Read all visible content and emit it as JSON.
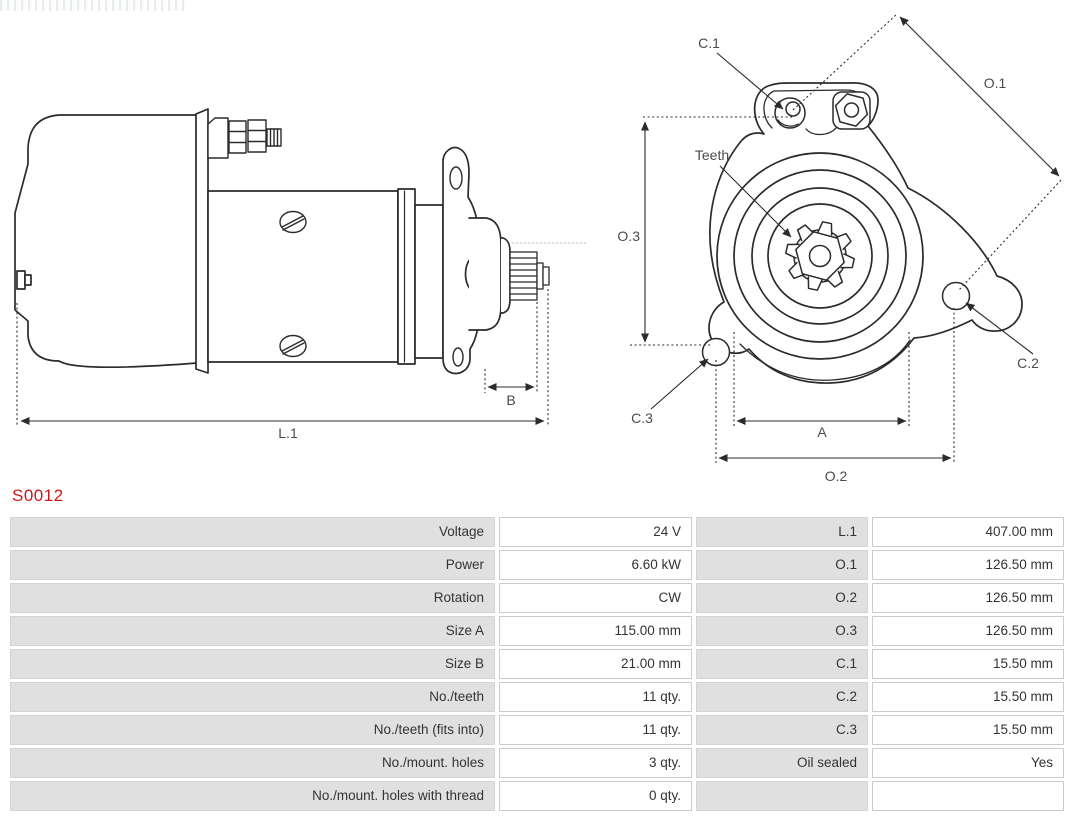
{
  "part_number": "S0012",
  "drawing": {
    "labels": {
      "l1": "L.1",
      "b": "B",
      "c1": "C.1",
      "o1": "O.1",
      "teeth": "Teeth",
      "o3": "O.3",
      "c2": "C.2",
      "c3": "C.3",
      "a": "A",
      "o2": "O.2"
    }
  },
  "specs": {
    "rows": [
      {
        "label": "Voltage",
        "value": "24 V",
        "label2": "L.1",
        "value2": "407.00 mm"
      },
      {
        "label": "Power",
        "value": "6.60 kW",
        "label2": "O.1",
        "value2": "126.50 mm"
      },
      {
        "label": "Rotation",
        "value": "CW",
        "label2": "O.2",
        "value2": "126.50 mm"
      },
      {
        "label": "Size A",
        "value": "115.00 mm",
        "label2": "O.3",
        "value2": "126.50 mm"
      },
      {
        "label": "Size B",
        "value": "21.00 mm",
        "label2": "C.1",
        "value2": "15.50 mm"
      },
      {
        "label": "No./teeth",
        "value": "11 qty.",
        "label2": "C.2",
        "value2": "15.50 mm"
      },
      {
        "label": "No./teeth (fits into)",
        "value": "11 qty.",
        "label2": "C.3",
        "value2": "15.50 mm"
      },
      {
        "label": "No./mount. holes",
        "value": "3 qty.",
        "label2": "Oil sealed",
        "value2": "Yes"
      },
      {
        "label": "No./mount. holes with thread",
        "value": "0 qty.",
        "label2": "",
        "value2": ""
      }
    ]
  },
  "colors": {
    "part_number": "#cd1619",
    "line_art": "#2b2b2b",
    "dimension_text": "#4b4b4b",
    "label_cell_bg": "#e0e0e0",
    "cell_border": "#cbcbcb"
  }
}
